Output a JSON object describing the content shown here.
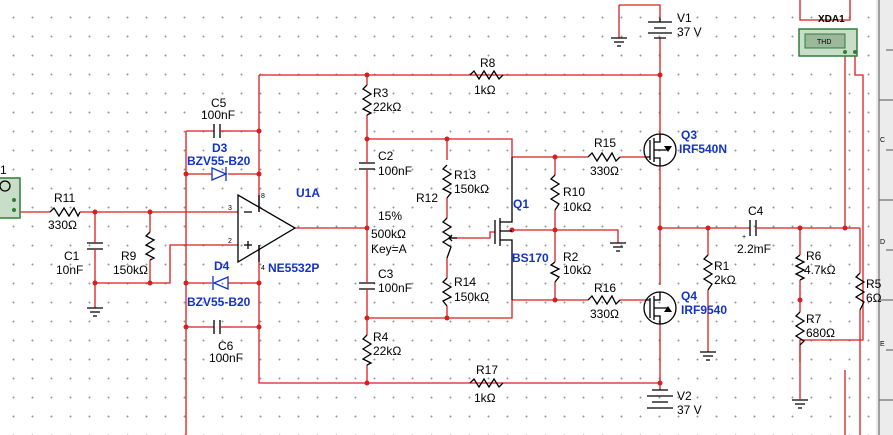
{
  "components": {
    "v1": {
      "ref": "V1",
      "value": "37 V"
    },
    "v2": {
      "ref": "V2",
      "value": "37 V"
    },
    "xda1": {
      "ref": "XDA1",
      "label": "THD"
    },
    "r8": {
      "ref": "R8",
      "value": "1kΩ"
    },
    "r17": {
      "ref": "R17",
      "value": "1kΩ"
    },
    "r3": {
      "ref": "R3",
      "value": "22kΩ"
    },
    "r4": {
      "ref": "R4",
      "value": "22kΩ"
    },
    "c5": {
      "ref": "C5",
      "value": "100nF"
    },
    "c6": {
      "ref": "C6",
      "value": "100nF"
    },
    "d3": {
      "ref": "D3",
      "value": "BZV55-B20"
    },
    "d4": {
      "ref": "D4",
      "value": "BZV55-B20"
    },
    "u1a": {
      "ref": "U1A",
      "value": "NE5532P",
      "pin8": "8",
      "pin4": "4",
      "pin2": "2",
      "pin3": "3"
    },
    "c2": {
      "ref": "C2",
      "value": "100nF"
    },
    "c3": {
      "ref": "C3",
      "value": "100nF"
    },
    "r12": {
      "ref": "R12",
      "value": "500kΩ",
      "percent": "15%",
      "key": "Key=A"
    },
    "r13": {
      "ref": "R13",
      "value": "150kΩ"
    },
    "r14": {
      "ref": "R14",
      "value": "150kΩ"
    },
    "q1": {
      "ref": "Q1",
      "value": "BS170"
    },
    "r10": {
      "ref": "R10",
      "value": "10kΩ"
    },
    "r2": {
      "ref": "R2",
      "value": "10kΩ"
    },
    "r15": {
      "ref": "R15",
      "value": "330Ω"
    },
    "r16": {
      "ref": "R16",
      "value": "330Ω"
    },
    "q3": {
      "ref": "Q3",
      "value": "IRF540N"
    },
    "q4": {
      "ref": "Q4",
      "value": "IRF9540"
    },
    "r1": {
      "ref": "R1",
      "value": "2kΩ"
    },
    "c4": {
      "ref": "C4",
      "value": "2.2mF"
    },
    "r6": {
      "ref": "R6",
      "value": "4.7kΩ"
    },
    "r7": {
      "ref": "R7",
      "value": "680Ω"
    },
    "r5": {
      "ref": "R5",
      "value": "6Ω"
    },
    "r11": {
      "ref": "R11",
      "value": "330Ω"
    },
    "c1": {
      "ref": "C1",
      "value": "10nF"
    },
    "r9": {
      "ref": "R9",
      "value": "150kΩ"
    },
    "src": {
      "ref": "1"
    }
  },
  "ruler": {
    "marks": [
      "C",
      "D",
      "E"
    ]
  },
  "colors": {
    "wire": "#d81e1e",
    "part": "#000000",
    "diode": "#1432c8",
    "instrument": "#2f7d3a"
  }
}
